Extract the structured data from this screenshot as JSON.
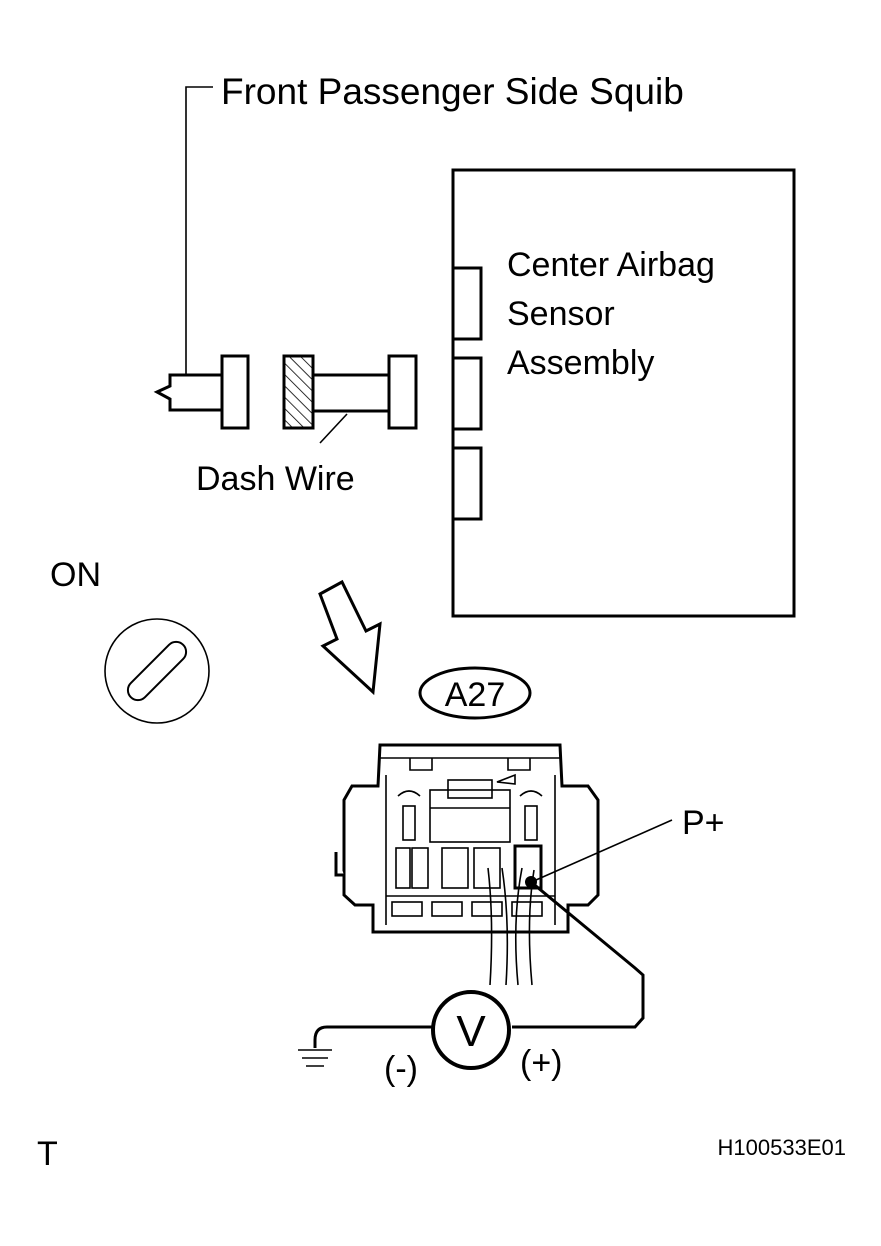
{
  "labels": {
    "squib": "Front Passenger Side Squib",
    "sensor_line1": "Center Airbag",
    "sensor_line2": "Sensor",
    "sensor_line3": "Assembly",
    "dash_wire": "Dash Wire",
    "ignition": "ON",
    "connector": "A27",
    "terminal": "P+",
    "voltmeter": "V",
    "negative": "(-)",
    "positive": "(+)",
    "corner_mark": "T",
    "figure_id": "H100533E01"
  },
  "colors": {
    "line": "#000000",
    "background": "#ffffff"
  },
  "icons": {
    "ignition": "ignition-key-icon",
    "ground": "ground-symbol-icon",
    "voltmeter": "voltmeter-icon",
    "arrow": "down-right-arrow-icon"
  }
}
